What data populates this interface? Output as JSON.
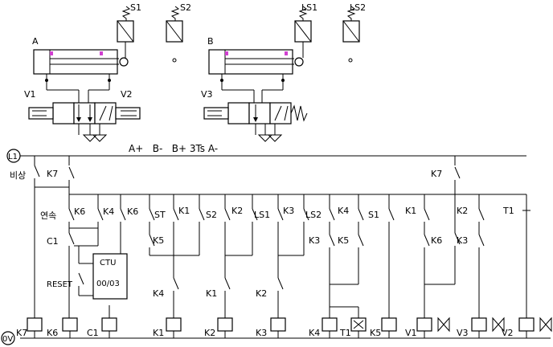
{
  "pneumatic": {
    "cylinder_a": "A",
    "cylinder_b": "B",
    "switch_s1": "S1",
    "switch_s2": "S2",
    "switch_ls1": "LS1",
    "switch_ls2": "LS2",
    "valve_v1": "V1",
    "valve_v2": "V2",
    "valve_v3": "V3"
  },
  "rails": {
    "top": "L1",
    "bottom": "0V"
  },
  "sequence": "A+   B-   B+ 3Ts A-",
  "top_contacts": {
    "emergency_label": "비상",
    "k7_left": "K7",
    "k7_right": "K7"
  },
  "contacts": {
    "continuous": "연속",
    "k6_a": "K6",
    "c1": "C1",
    "reset": "RESET",
    "k4_a": "K4",
    "k6_b": "K6",
    "st": "ST",
    "k1_a": "K1",
    "k5_a": "K5",
    "k4_b": "K4",
    "s2": "S2",
    "k2_a": "K2",
    "k1_b": "K1",
    "ls1": "LS1",
    "k3_a": "K3",
    "k2_b": "K2",
    "ls2": "LS2",
    "k4_c": "K4",
    "k3_b": "K3",
    "k5_b": "K5",
    "s1": "S1",
    "k1_c": "K1",
    "k6_c": "K6",
    "k2_c": "K2",
    "k3_c": "K3",
    "t1": "T1"
  },
  "counter": {
    "title": "CTU",
    "value": "00/03"
  },
  "coils": [
    {
      "label": "K7"
    },
    {
      "label": "K6"
    },
    {
      "label": "C1"
    },
    {
      "label": "K1"
    },
    {
      "label": "K2"
    },
    {
      "label": "K3"
    },
    {
      "label": "K4"
    },
    {
      "label": "T1"
    },
    {
      "label": "K5"
    },
    {
      "label": "V1"
    },
    {
      "label": "V3"
    },
    {
      "label": "V2"
    }
  ]
}
